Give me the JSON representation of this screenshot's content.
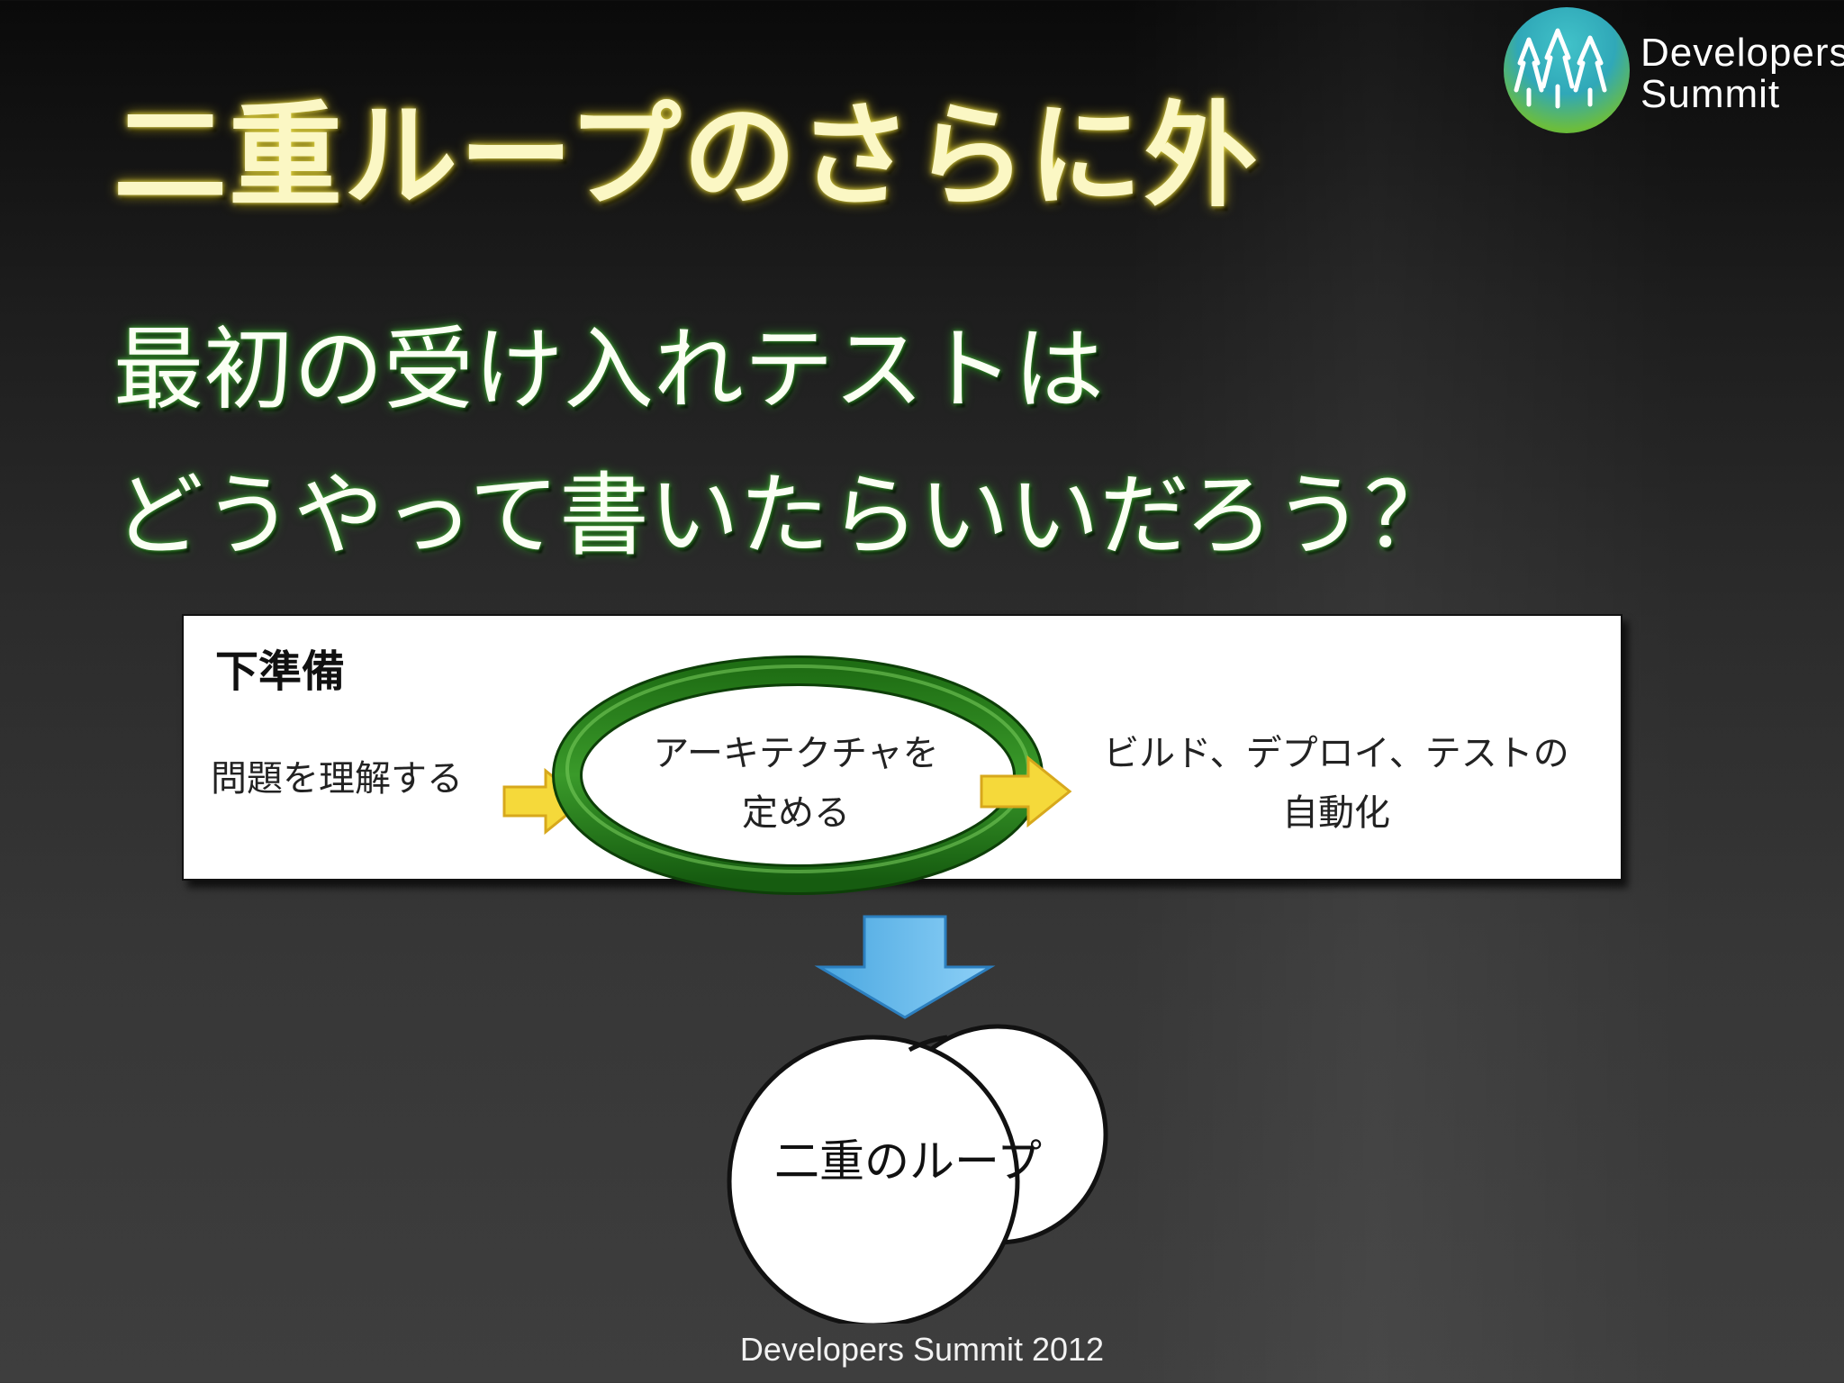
{
  "slide": {
    "title": "二重ループのさらに外",
    "subtitle_line1": "最初の受け入れテストは",
    "subtitle_line2": "どうやって書いたらいいだろう？",
    "logo": {
      "line1": "Developers",
      "line2": "Summit"
    },
    "footer": "Developers Summit 2012"
  },
  "process": {
    "label": "下準備",
    "steps": [
      {
        "text": "問題を理解する"
      },
      {
        "line1": "アーキテクチャを",
        "line2": "定める"
      },
      {
        "line1": "ビルド、デプロイ、テストの",
        "line2": "自動化"
      }
    ],
    "highlight_color": "#2e8b1e"
  },
  "loop": {
    "label": "二重のループ"
  },
  "colors": {
    "title_glow": "#e8dd4a",
    "subtitle_glow": "#49b43c",
    "box_arrow": "#f5d93a",
    "down_arrow": "#62b8ec"
  },
  "icons": [
    "logo-trees-icon",
    "right-arrow-icon",
    "down-arrow-icon",
    "highlight-ring-icon"
  ]
}
